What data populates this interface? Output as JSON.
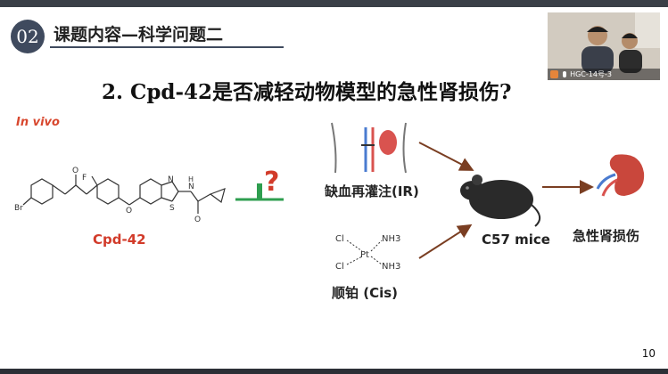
{
  "slide": {
    "section_number": "02",
    "section_title": "课题内容—科学问题二",
    "heading": "2. Cpd-42是否减轻动物模型的急性肾损伤?",
    "in_vivo_label": "In vivo",
    "compound_label": "Cpd-42",
    "question_mark": "?",
    "model_ir_label": "缺血再灌注(IR)",
    "model_cis_label": "顺铂 (Cis)",
    "mice_label": "C57 mice",
    "outcome_label": "急性肾损伤",
    "page_number": "10",
    "structure_atoms": {
      "br": "Br",
      "f": "F",
      "o": "O",
      "s": "S",
      "n": "N",
      "h": "H"
    },
    "cisplatin_atoms": {
      "cl1": "Cl",
      "cl2": "Cl",
      "pt": "Pt",
      "nh3_1": "NH3",
      "nh3_2": "NH3"
    }
  },
  "video_call": {
    "participant_label": "HGC-14号-3",
    "avatar_icon": "person-icon",
    "mic_icon": "microphone-icon"
  },
  "colors": {
    "accent": "#3f4a5e",
    "red": "#d23b2a",
    "arrow": "#7a3e22",
    "green": "#2e9e4f"
  }
}
